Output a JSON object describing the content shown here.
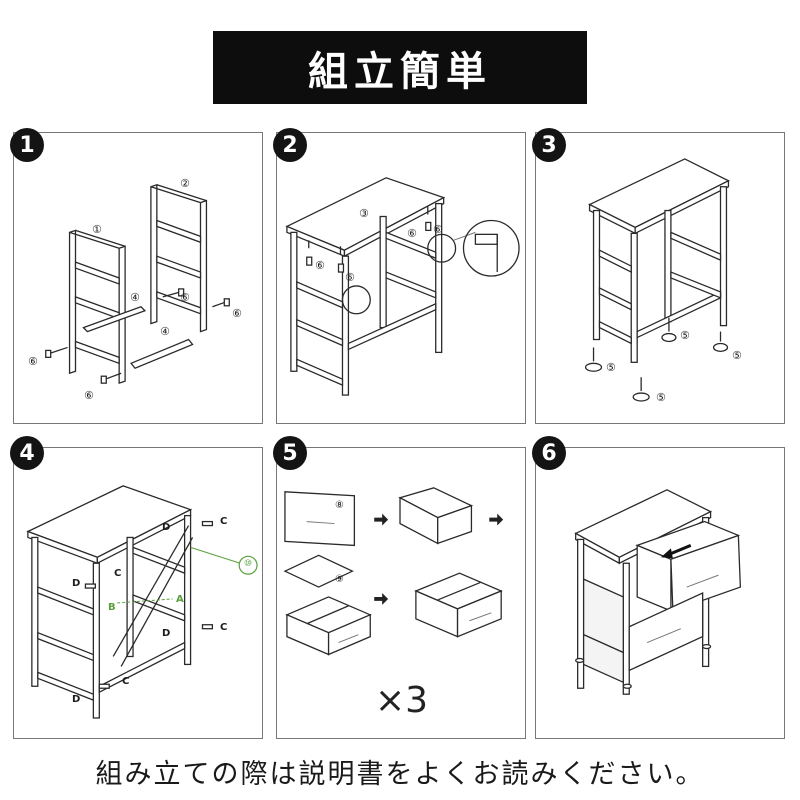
{
  "title": "組立簡単",
  "steps": [
    {
      "num": "1",
      "parts": [
        "①",
        "②",
        "④",
        "④",
        "⑥",
        "⑥",
        "⑥",
        "⑥"
      ]
    },
    {
      "num": "2",
      "parts": [
        "③",
        "⑥",
        "⑥",
        "⑥",
        "⑥"
      ]
    },
    {
      "num": "3",
      "parts": [
        "⑤",
        "⑤",
        "⑤",
        "⑤"
      ]
    },
    {
      "num": "4",
      "parts": [
        "D",
        "C",
        "D",
        "C",
        "A",
        "B",
        "D",
        "C",
        "D",
        "C",
        "⑩"
      ]
    },
    {
      "num": "5",
      "parts": [
        "⑧",
        "⑨"
      ],
      "repeat": "×3"
    },
    {
      "num": "6",
      "parts": []
    }
  ],
  "note": "組み立ての際は説明書をよくお読みください。",
  "colors": {
    "banner": "#0d0d0d",
    "badge": "#141414",
    "green": "#5aa03c",
    "line": "#2a2a2a"
  }
}
